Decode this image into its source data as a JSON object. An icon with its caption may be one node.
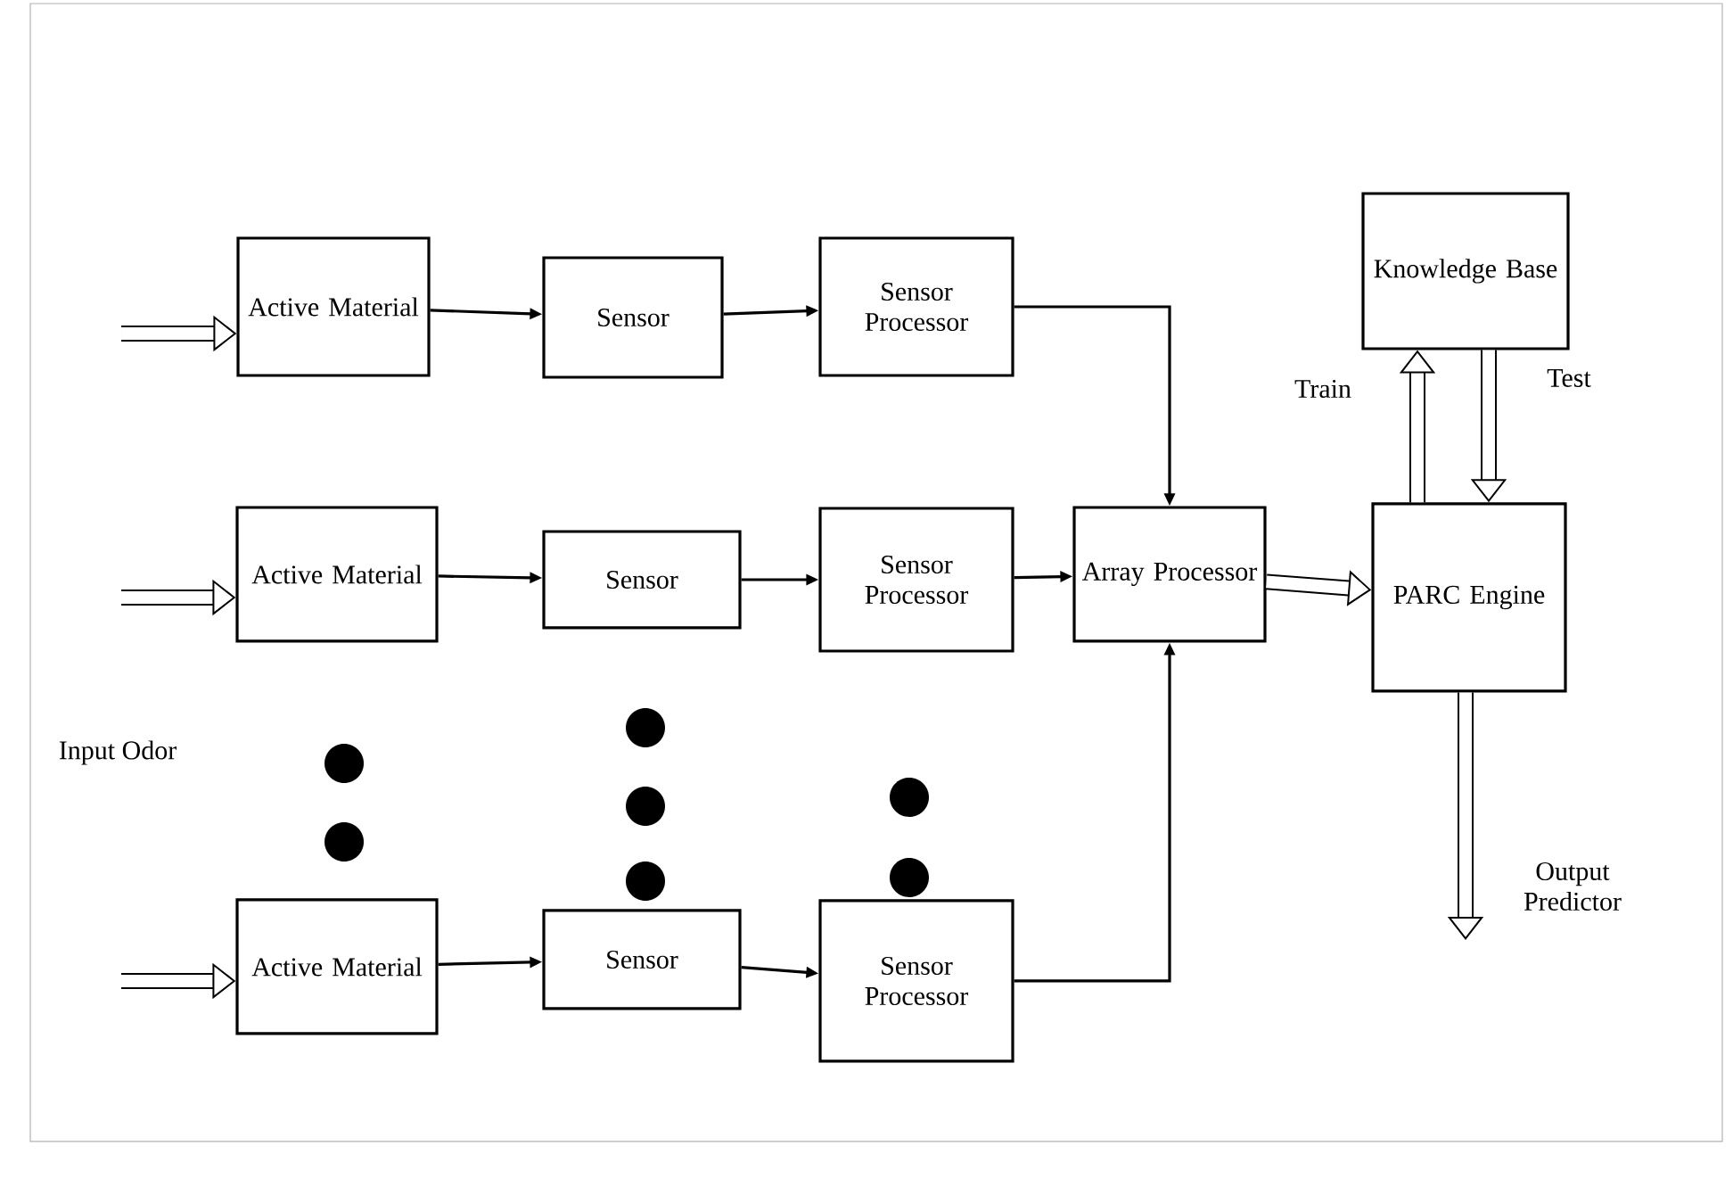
{
  "diagram": {
    "nodes": [
      {
        "text": [
          "Active Material"
        ]
      },
      {
        "text": [
          "Sensor"
        ]
      },
      {
        "text": [
          "Sensor Processor"
        ]
      },
      {
        "text": [
          "Active Material"
        ]
      },
      {
        "text": [
          "Sensor"
        ]
      },
      {
        "text": [
          "Sensor Processor"
        ]
      },
      {
        "text": [
          "Array Processor"
        ]
      },
      {
        "text": [
          "Knowledge Base"
        ]
      },
      {
        "text": [
          "PARC Engine"
        ]
      },
      {
        "text": [
          "Active Material"
        ]
      },
      {
        "text": [
          "Sensor"
        ]
      },
      {
        "text": [
          "Sensor Processor"
        ]
      }
    ],
    "edges": [
      {
        "from": null,
        "to": 0,
        "arrow": "to",
        "style": "thick"
      },
      {
        "from": null,
        "to": 3,
        "arrow": "to",
        "style": "thick"
      },
      {
        "from": null,
        "to": 9,
        "arrow": "to",
        "style": "thick"
      },
      {
        "from": 0,
        "to": 1,
        "arrow": "to"
      },
      {
        "from": 1,
        "to": 2,
        "arrow": "to"
      },
      {
        "from": 2,
        "to": 6,
        "arrow": "to"
      },
      {
        "from": 3,
        "to": 4,
        "arrow": "to"
      },
      {
        "from": 4,
        "to": 5,
        "arrow": "to"
      },
      {
        "from": 5,
        "to": 6,
        "arrow": "to"
      },
      {
        "from": 9,
        "to": 10,
        "arrow": "to"
      },
      {
        "from": 10,
        "to": 11,
        "arrow": "to"
      },
      {
        "from": 11,
        "to": 6,
        "arrow": "to"
      },
      {
        "from": 6,
        "to": 8,
        "arrow": "to",
        "style": "thick"
      },
      {
        "from": 8,
        "to": 7,
        "arrow": "to",
        "style": "thick",
        "label": "Train"
      },
      {
        "from": 7,
        "to": 8,
        "arrow": "to",
        "style": "thick",
        "label": "Test"
      },
      {
        "from": 8,
        "to": null,
        "arrow": "to",
        "style": "thick",
        "label": "Output Predictor"
      }
    ],
    "labels": [
      "Input Odor"
    ]
  }
}
